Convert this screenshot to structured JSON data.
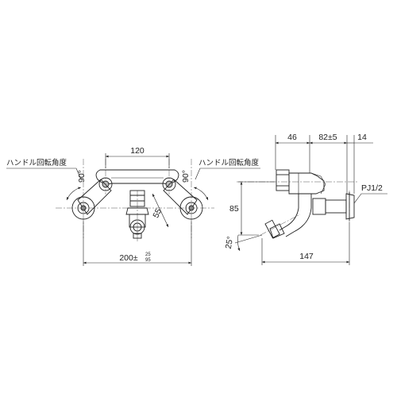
{
  "front_view": {
    "handle_angle_left": "ハンドル回転角度",
    "handle_angle_right": "ハンドル回転角度",
    "angle_left": "90°",
    "angle_right": "90°",
    "top_span": "120",
    "offset": "55",
    "bottom_span": "200±",
    "tol_upper": "25",
    "tol_lower": "95"
  },
  "side_view": {
    "dim_a": "46",
    "dim_b": "82±5",
    "dim_c": "14",
    "thread": "PJ1/2",
    "height": "85",
    "spout_angle": "25°",
    "depth": "147"
  },
  "colors": {
    "line": "#222222",
    "center_line": "#555555"
  }
}
